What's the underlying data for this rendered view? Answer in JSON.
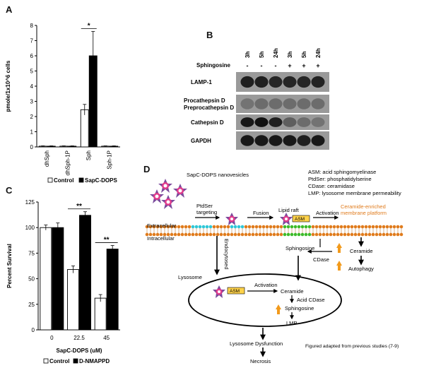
{
  "panel_letters": {
    "a": "A",
    "b": "B",
    "c": "C",
    "d": "D"
  },
  "chart_data": [
    {
      "type": "bar",
      "panel": "A",
      "categories": [
        "dhSph",
        "dhSph-1P",
        "Sph",
        "Sph-1P"
      ],
      "series": [
        {
          "name": "Control",
          "values": [
            0.05,
            0.05,
            2.45,
            0.05
          ],
          "err": [
            0.02,
            0.02,
            0.35,
            0.02
          ],
          "color": "#ffffff"
        },
        {
          "name": "SapC-DOPS",
          "values": [
            0.05,
            0.05,
            6.0,
            0.05
          ],
          "err": [
            0.02,
            0.02,
            1.6,
            0.02
          ],
          "color": "#000000"
        }
      ],
      "ylabel": "pmole/1x10^6 cells",
      "ylim": [
        0,
        8
      ],
      "yticks": [
        "0",
        "1",
        "2",
        "3",
        "4",
        "5",
        "6",
        "7",
        "8"
      ],
      "significance": [
        {
          "category": "Sph",
          "label": "*"
        }
      ],
      "legend": {
        "control": "Control",
        "treated": "SapC-DOPS",
        "placement": "bottom"
      }
    },
    {
      "type": "bar",
      "panel": "C",
      "categories": [
        "0",
        "22.5",
        "45"
      ],
      "series": [
        {
          "name": "Control",
          "values": [
            100,
            59,
            31
          ],
          "err": [
            2.5,
            3.5,
            3.5
          ],
          "color": "#ffffff"
        },
        {
          "name": "D-NMAPPD",
          "values": [
            100,
            112,
            79
          ],
          "err": [
            4.5,
            3.5,
            3.5
          ],
          "color": "#000000"
        }
      ],
      "xlabel": "SapC-DOPS (uM)",
      "ylabel": "Percent Survival",
      "ylim": [
        0,
        125
      ],
      "yticks": [
        "0",
        "25",
        "50",
        "75",
        "100",
        "125"
      ],
      "significance": [
        {
          "category": "22.5",
          "label": "**"
        },
        {
          "category": "45",
          "label": "**"
        }
      ],
      "legend": {
        "control": "Control",
        "treated": "D-NMAPPD",
        "placement": "bottom"
      }
    }
  ],
  "blot": {
    "lanes": [
      {
        "time": "3h",
        "sph": "-"
      },
      {
        "time": "5h",
        "sph": "-"
      },
      {
        "time": "24h",
        "sph": "-"
      },
      {
        "time": "3h",
        "sph": "+"
      },
      {
        "time": "5h",
        "sph": "+"
      },
      {
        "time": "24h",
        "sph": "+"
      }
    ],
    "sph_label": "Sphingosine",
    "rows": [
      {
        "label": "LAMP-1",
        "label2": "",
        "intensity": [
          0.85,
          0.85,
          0.8,
          0.8,
          0.8,
          0.82
        ]
      },
      {
        "label": "Procathepsin D",
        "label2": "Preprocathepsin D",
        "intensity": [
          0.25,
          0.3,
          0.3,
          0.3,
          0.3,
          0.3
        ]
      },
      {
        "label": "Cathepsin D",
        "label2": "",
        "intensity": [
          0.9,
          0.95,
          0.85,
          0.4,
          0.3,
          0.25
        ]
      },
      {
        "label": "GAPDH",
        "label2": "",
        "intensity": [
          0.9,
          0.9,
          0.9,
          0.9,
          0.85,
          0.9
        ]
      }
    ]
  },
  "diagram": {
    "nanovesicles": "SapC-DOPS nanovesicles",
    "legend_lines": [
      "ASM: acid sphingomyelinase",
      "PtdSer: phosphatidylserine",
      "CDase: ceramidase",
      "LMP: lysosome membrane permeability"
    ],
    "ptdser_targeting": "PtdSer targeting",
    "fusion": "Fusion",
    "lipid_raft": "Lipid raft",
    "asm": "ASM",
    "activation": "Activation",
    "platform": "Ceramide-enriched membrane platform",
    "extracellular": "Extracellular",
    "intracellular": "Intracellular",
    "endocytosed": "Endocytosed",
    "sphingosine": "Sphingosine",
    "cdase": "CDase",
    "ceramide": "Ceramide",
    "autophagy": "Autophagy",
    "lysosome": "Lysosome",
    "acid_cdase": "Acid CDase",
    "lmp": "LMP",
    "lysosome_dysfunction": "Lysosome Dysfunction",
    "necrosis": "Necrosis",
    "footnote": "Figured adapted from previous studies (7-9)",
    "colors": {
      "orange": "#e07b1c",
      "cyan": "#2ec8d8",
      "green": "#3dbb2a",
      "asm": "#ffd24a",
      "vesicle": "#7b4a9c"
    }
  }
}
